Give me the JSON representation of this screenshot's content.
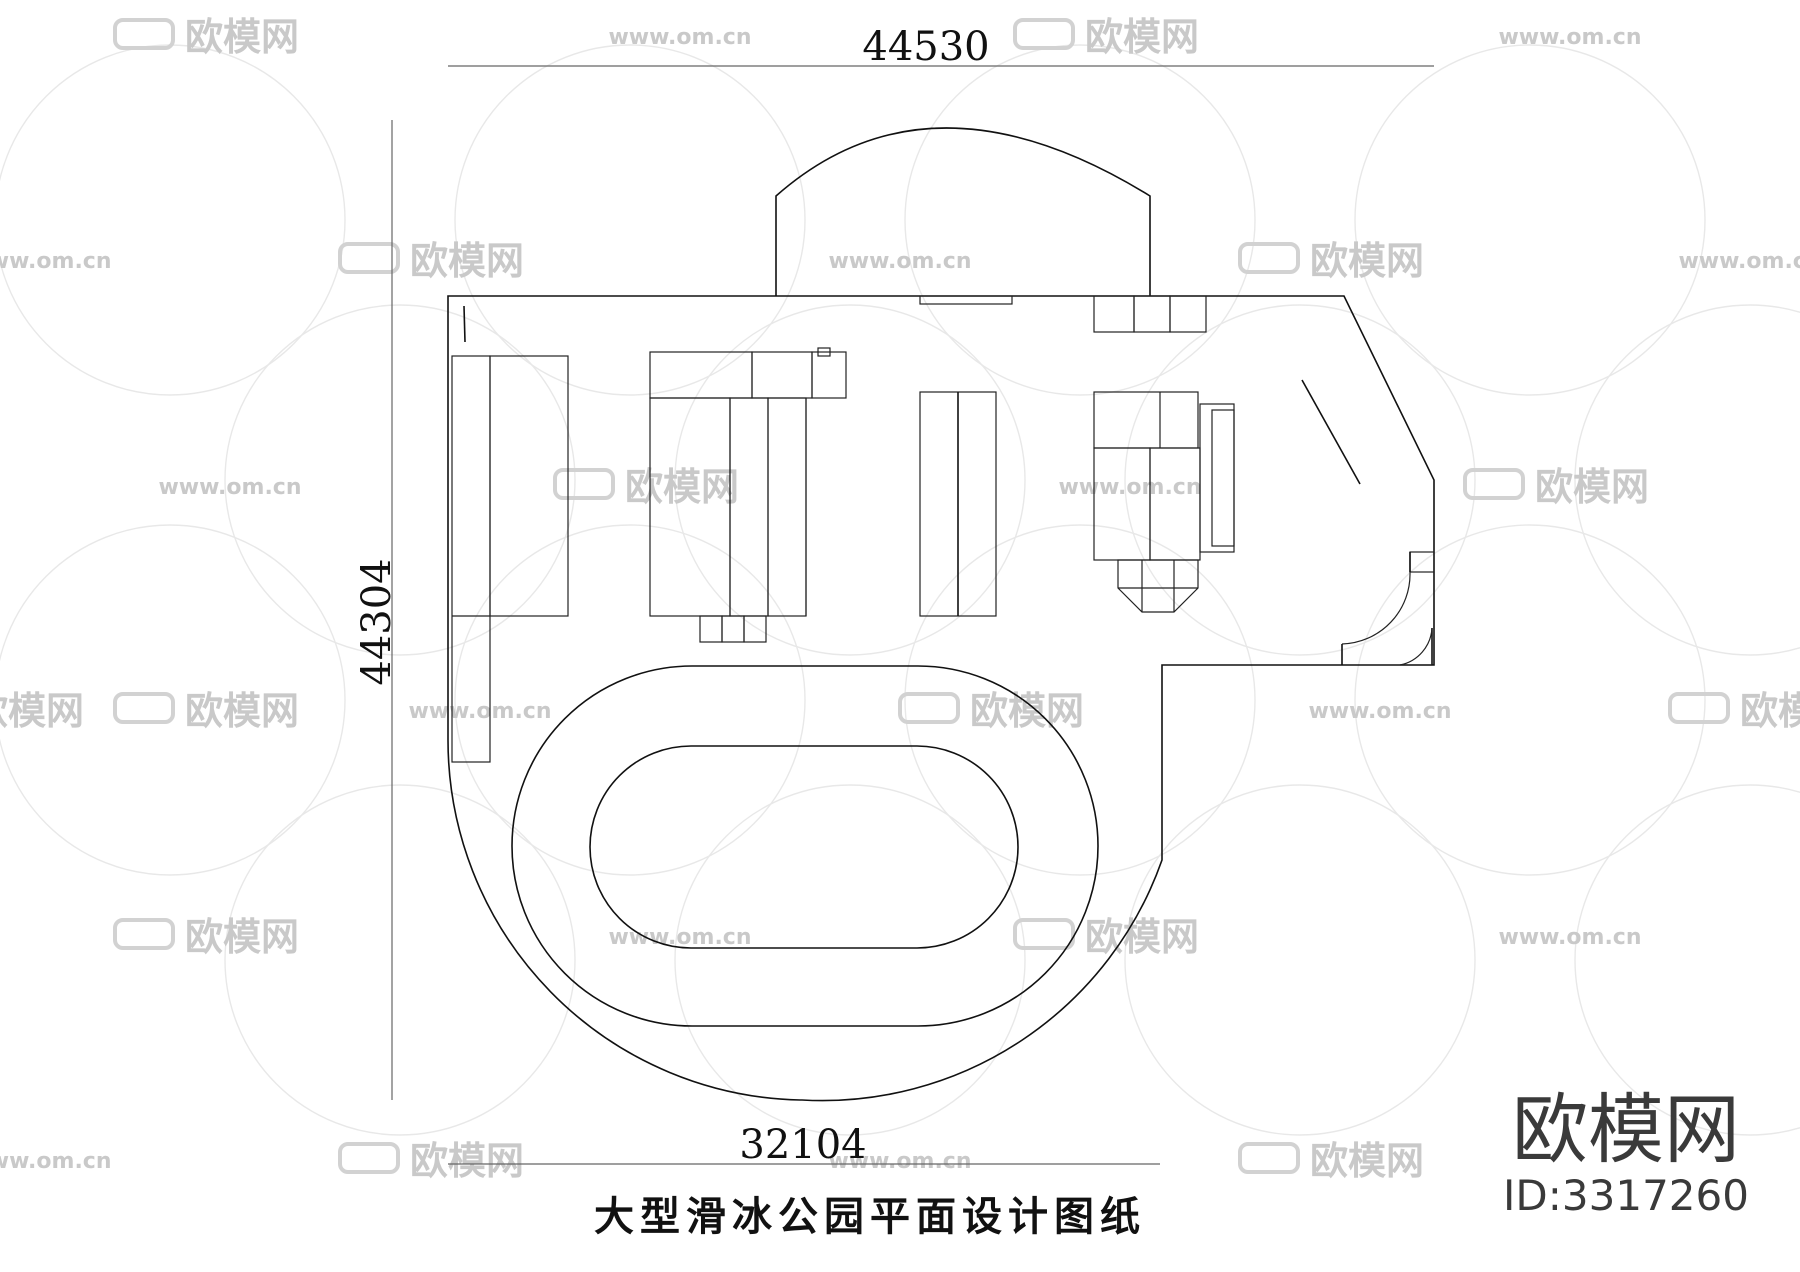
{
  "dimensions": {
    "top": "44530",
    "left": "44304",
    "bottom": "32104"
  },
  "caption": "大型滑冰公园平面设计图纸",
  "watermark": {
    "brand": "欧模网",
    "url": "www.om.cn",
    "url_short": "om.cn",
    "id_label": "ID:3317260"
  },
  "colors": {
    "line": "#111111",
    "dimension_line": "#666666",
    "watermark": "#cfcfcf",
    "background": "#ffffff"
  }
}
